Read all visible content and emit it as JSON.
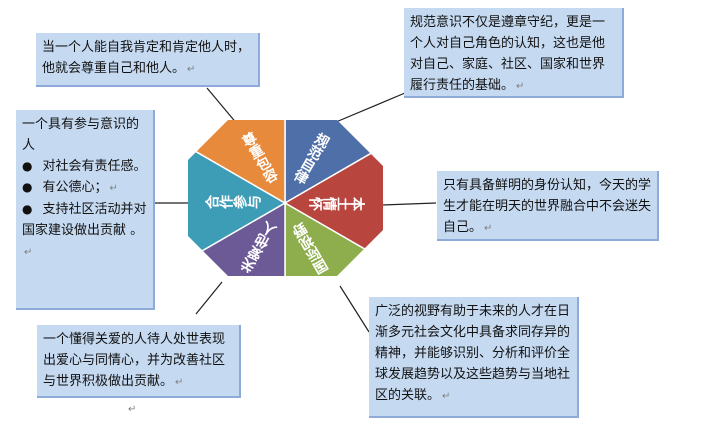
{
  "colors": {
    "box_fill": "#c5d9f1",
    "box_border": "#8eaadb",
    "connector": "#222222"
  },
  "paragraph_mark": "↵",
  "wheel": {
    "segments": [
      {
        "label": "规范自律",
        "color": "#4f6fa8"
      },
      {
        "label": "本土情怀",
        "color": "#b9453f"
      },
      {
        "label": "国际视野",
        "color": "#8ead4d"
      },
      {
        "label": "关爱他人",
        "color": "#6c5a97"
      },
      {
        "label": "合作参与",
        "color": "#3d9db7"
      },
      {
        "label": "尊重包容",
        "color": "#e88a3c"
      }
    ]
  },
  "boxes": {
    "respect": "当一个人能自我肯定和肯定他人时，他就会尊重自己和他人。",
    "discipline": "规范意识不仅是遵章守纪，更是一个人对自己角色的认知，这也是他对自己、家庭、社区、国家和世界履行责任的基础。",
    "participation": {
      "intro": "一个具有参与意识的人",
      "bullets": [
        "对社会有责任感。",
        "有公德心；",
        "支持社区活动并对国家建设做出贡献 。"
      ]
    },
    "local": "只有具备鲜明的身份认知，今天的学生才能在明天的世界融合中不会迷失自己。",
    "caring": "一个懂得关爱的人待人处世表现出爱心与同情心，并为改善社区与世界积极做出贡献。",
    "global": "广泛的视野有助于未来的人才在日渐多元社会文化中具备求同存异的精神，并能够识别、分析和评价全球发展趋势以及这些趋势与当地社区的关联。"
  }
}
